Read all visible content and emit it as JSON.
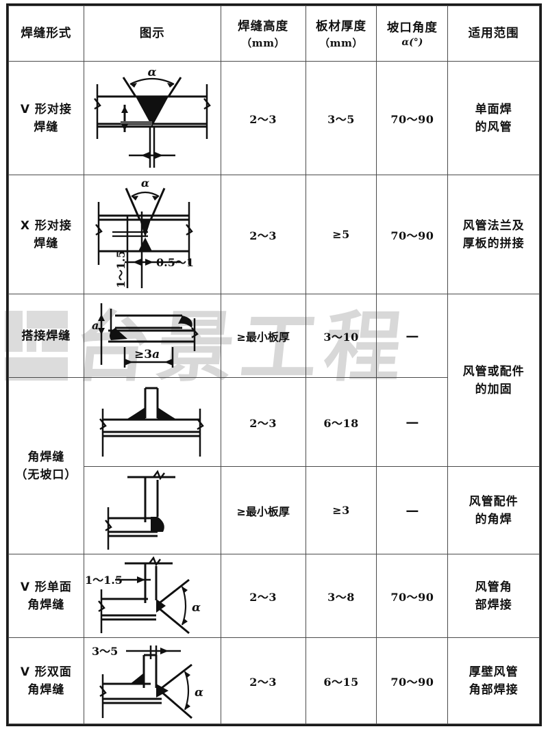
{
  "table": {
    "headers": [
      {
        "line1": "焊缝形式",
        "line2": ""
      },
      {
        "line1": "图示",
        "line2": ""
      },
      {
        "line1": "焊缝高度",
        "line2": "（mm）"
      },
      {
        "line1": "板材厚度",
        "line2": "（mm）"
      },
      {
        "line1": "坡口角度",
        "line2": "α(°)"
      },
      {
        "line1": "适用范围",
        "line2": ""
      }
    ],
    "rows": [
      {
        "type_line1": "V 形对接",
        "type_line2": "焊缝",
        "figure": "v-butt-weld-diagram",
        "weld_height": "2～3",
        "plate_thickness": "3～5",
        "groove_angle": "70～90",
        "application_line1": "单面焊",
        "application_line2": "的风管",
        "figure_labels": [
          "α"
        ]
      },
      {
        "type_line1": "X 形对接",
        "type_line2": "焊缝",
        "figure": "x-butt-weld-diagram",
        "weld_height": "2～3",
        "plate_thickness": "≥5",
        "groove_angle": "70～90",
        "application_line1": "风管法兰及",
        "application_line2": "厚板的拼接",
        "figure_labels": [
          "α",
          "1～1.5",
          "0.5～1"
        ]
      },
      {
        "type_line1": "搭接焊缝",
        "type_line2": "",
        "figure": "lap-weld-diagram",
        "weld_height": "≥最小板厚",
        "plate_thickness": "3～10",
        "groove_angle": "—",
        "application_line1": "风管或配件",
        "application_line2": "的加固",
        "figure_labels": [
          "a",
          "≥3a"
        ]
      },
      {
        "type_line1": "角焊缝",
        "type_line2": "（无坡口）",
        "figure": "tee-fillet-weld-diagram",
        "weld_height": "2～3",
        "plate_thickness": "6～18",
        "groove_angle": "—",
        "application_line1": "",
        "application_line2": "",
        "figure_labels": []
      },
      {
        "type_line1": "",
        "type_line2": "",
        "figure": "corner-fillet-weld-diagram",
        "weld_height": "≥最小板厚",
        "plate_thickness": "≥3",
        "groove_angle": "—",
        "application_line1": "风管配件",
        "application_line2": "的角焊",
        "figure_labels": []
      },
      {
        "type_line1": "V 形单面",
        "type_line2": "角焊缝",
        "figure": "v-single-fillet-weld-diagram",
        "weld_height": "2～3",
        "plate_thickness": "3～8",
        "groove_angle": "70～90",
        "application_line1": "风管角",
        "application_line2": "部焊接",
        "figure_labels": [
          "1～1.5",
          "α"
        ]
      },
      {
        "type_line1": "V 形双面",
        "type_line2": "角焊缝",
        "figure": "v-double-fillet-weld-diagram",
        "weld_height": "2～3",
        "plate_thickness": "6～15",
        "groove_angle": "70～90",
        "application_line1": "厚壁风管",
        "application_line2": "角部焊接",
        "figure_labels": [
          "3～5",
          "α"
        ]
      }
    ]
  },
  "watermark": {
    "text": "台景工程",
    "color": "#d8d8d8"
  },
  "colors": {
    "border": "#4a4a4a",
    "outer_border": "#1b1b1b",
    "text": "#111111",
    "weld_fill": "#101010"
  }
}
